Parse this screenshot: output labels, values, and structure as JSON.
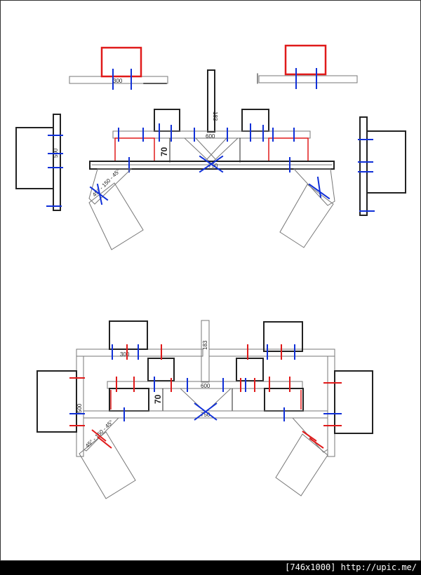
{
  "colors": {
    "frame": "#000000",
    "outline": "#777777",
    "red": "#e01a1a",
    "blue": "#1030d8",
    "footer_bg": "#000000",
    "footer_text": "#ffffff"
  },
  "top": {
    "dim_300": "300",
    "dim_183": "183",
    "dim_600": "600",
    "dim_70": "70",
    "dim_750": "750",
    "dim_500": "500",
    "dim_angles": "45° - 150 - 45°"
  },
  "bottom": {
    "dim_300": "300",
    "dim_183": "183",
    "dim_600": "600",
    "dim_70": "70",
    "dim_750": "750",
    "dim_500": "500",
    "dim_angles": "45° - 150 - 45°"
  },
  "footer": {
    "text": "[746x1000] http://upic.me/"
  }
}
